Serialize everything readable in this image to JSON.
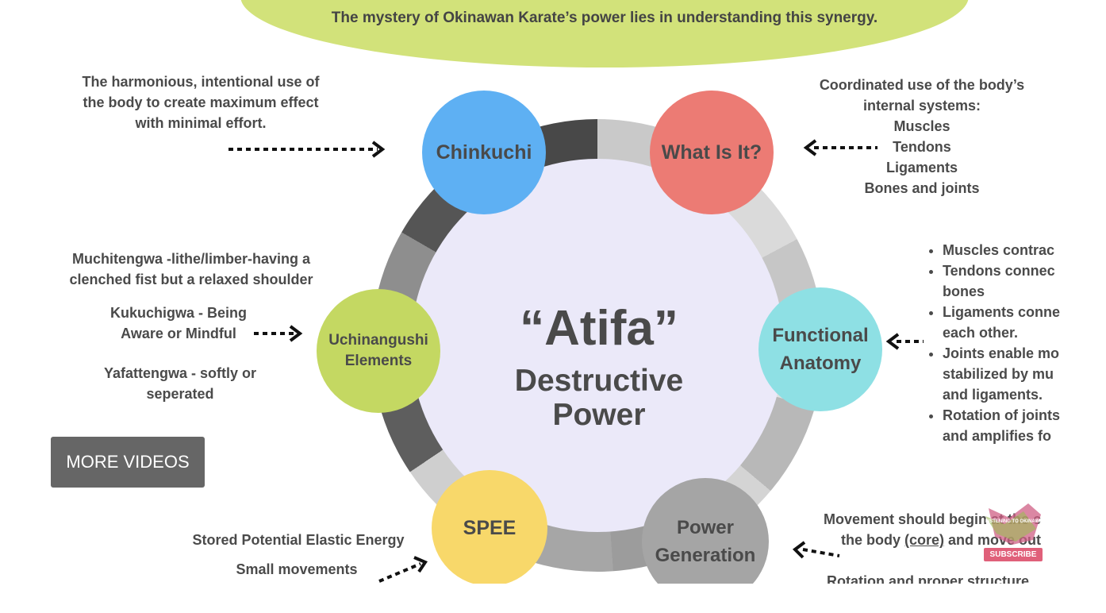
{
  "banner": {
    "text": "The mystery of Okinawan Karate’s power lies in understanding this synergy."
  },
  "center": {
    "title": "“Atifa”",
    "subtitle_line1": "Destructive",
    "subtitle_line2": "Power"
  },
  "bubbles": {
    "chinkuchi": "Chinkuchi",
    "what_is_it": "What Is It?",
    "uchinangushi_line1": "Uchinangushi",
    "uchinangushi_line2": "Elements",
    "functional_line1": "Functional",
    "functional_line2": "Anatomy",
    "spee": "SPEE",
    "power_line1": "Power",
    "power_line2": "Generation"
  },
  "notes": {
    "chinkuchi_lines": [
      "The harmonious, intentional use of",
      "the body to create maximum effect",
      "with minimal effort."
    ],
    "what_lines": [
      "Coordinated use of the body’s",
      "internal systems:",
      "Muscles",
      "Tendons",
      "Ligaments",
      "Bones and joints"
    ],
    "muchitengwa_lines": [
      "Muchitengwa -lithe/limber-having a",
      "clenched fist but a relaxed shoulder"
    ],
    "kukuchigwa_lines": [
      "Kukuchigwa -  Being",
      "Aware or Mindful"
    ],
    "yafattengwa_lines": [
      "Yafattengwa - softly or",
      "seperated"
    ],
    "stored": "Stored Potential Elastic Energy",
    "small": "Small movements",
    "movement_line1": "Movement should begin at the c",
    "movement_line2_a": "the body ",
    "movement_line2_core": "(core)",
    "movement_line2_b": " and move out",
    "rotation": "Rotation and proper structure"
  },
  "functional_list": [
    "Muscles contrac",
    "Tendons connec",
    "bones",
    "Ligaments conne",
    "each other.",
    "Joints enable mo",
    "stabilized by mu",
    "and ligaments.",
    "Rotation of joints",
    "and amplifies fo"
  ],
  "controls": {
    "more_videos": "MORE VIDEOS",
    "subscribe": "SUBSCRIBE",
    "watermark_small": "LISTENING TO OKINAWA"
  }
}
